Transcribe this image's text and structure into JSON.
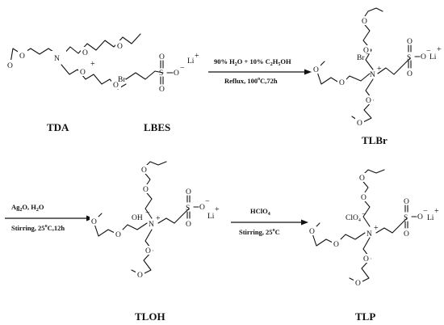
{
  "labels": {
    "tda": "TDA",
    "lbes": "LBES",
    "tlbr": "TLBr",
    "tloh": "TLOH",
    "tlp": "TLP"
  },
  "plus": "+",
  "atoms": {
    "n": "N",
    "o": "O",
    "s": "S",
    "br": "Br",
    "oh": "OH",
    "clo4": "ClO",
    "clo4_sub": "4",
    "li": "Li",
    "plus": "+",
    "minus": "−"
  },
  "reactions": {
    "r1": {
      "above_a": "90% H",
      "above_a_sub": "2",
      "above_b": "O + 10% C",
      "above_b_sub1": "2",
      "above_c": "H",
      "above_c_sub": "5",
      "above_d": "OH",
      "below_a": "Reflux, 100",
      "below_deg": "o",
      "below_b": "C,72h"
    },
    "r2": {
      "above_a": "Ag",
      "above_a_sub": "2",
      "above_b": "O, H",
      "above_b_sub": "2",
      "above_c": "O",
      "below_a": "Stirring, 25",
      "below_deg": "o",
      "below_b": "C,12h"
    },
    "r3": {
      "above_a": "HClO",
      "above_a_sub": "4",
      "below_a": "Stirring, 25",
      "below_deg": "o",
      "below_b": "C"
    }
  }
}
